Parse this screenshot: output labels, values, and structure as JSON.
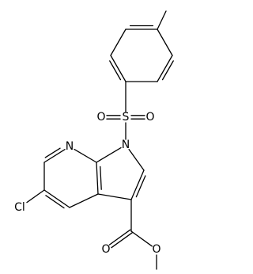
{
  "molecule": {
    "atoms": [
      {
        "id": "Me",
        "label": ""
      },
      {
        "id": "T1",
        "label": ""
      },
      {
        "id": "T2",
        "label": ""
      },
      {
        "id": "T3",
        "label": ""
      },
      {
        "id": "T4",
        "label": ""
      },
      {
        "id": "T5",
        "label": ""
      },
      {
        "id": "T6",
        "label": ""
      },
      {
        "id": "S",
        "label": "S"
      },
      {
        "id": "O1",
        "label": "O"
      },
      {
        "id": "O2",
        "label": "O"
      },
      {
        "id": "N1",
        "label": "N"
      },
      {
        "id": "C2",
        "label": ""
      },
      {
        "id": "C3",
        "label": ""
      },
      {
        "id": "C3a",
        "label": ""
      },
      {
        "id": "C7a",
        "label": ""
      },
      {
        "id": "N7",
        "label": "N"
      },
      {
        "id": "C6",
        "label": ""
      },
      {
        "id": "C5",
        "label": ""
      },
      {
        "id": "C4",
        "label": ""
      },
      {
        "id": "Cl",
        "label": "Cl"
      },
      {
        "id": "Cc",
        "label": ""
      },
      {
        "id": "Od",
        "label": "O"
      },
      {
        "id": "Os",
        "label": "O"
      },
      {
        "id": "Cm",
        "label": ""
      }
    ],
    "bonds": [
      {
        "a": "Me",
        "b": "T1",
        "order": 1
      },
      {
        "a": "T1",
        "b": "T2",
        "order": 2
      },
      {
        "a": "T2",
        "b": "T3",
        "order": 1
      },
      {
        "a": "T3",
        "b": "T4",
        "order": 2
      },
      {
        "a": "T4",
        "b": "T5",
        "order": 1
      },
      {
        "a": "T5",
        "b": "T6",
        "order": 2
      },
      {
        "a": "T6",
        "b": "T1",
        "order": 1
      },
      {
        "a": "T4",
        "b": "S",
        "order": 1
      },
      {
        "a": "S",
        "b": "O1",
        "order": 2
      },
      {
        "a": "S",
        "b": "O2",
        "order": 2
      },
      {
        "a": "S",
        "b": "N1",
        "order": 1
      },
      {
        "a": "N1",
        "b": "C2",
        "order": 1
      },
      {
        "a": "C2",
        "b": "C3",
        "order": 2
      },
      {
        "a": "C3",
        "b": "C3a",
        "order": 1
      },
      {
        "a": "C3a",
        "b": "C7a",
        "order": 2
      },
      {
        "a": "C7a",
        "b": "N1",
        "order": 1
      },
      {
        "a": "C7a",
        "b": "N7",
        "order": 1
      },
      {
        "a": "N7",
        "b": "C6",
        "order": 2
      },
      {
        "a": "C6",
        "b": "C5",
        "order": 1
      },
      {
        "a": "C5",
        "b": "C4",
        "order": 2
      },
      {
        "a": "C4",
        "b": "C3a",
        "order": 1
      },
      {
        "a": "C5",
        "b": "Cl",
        "order": 1
      },
      {
        "a": "C3",
        "b": "Cc",
        "order": 1
      },
      {
        "a": "Cc",
        "b": "Od",
        "order": 2
      },
      {
        "a": "Cc",
        "b": "Os",
        "order": 1
      },
      {
        "a": "Os",
        "b": "Cm",
        "order": 1
      }
    ]
  }
}
